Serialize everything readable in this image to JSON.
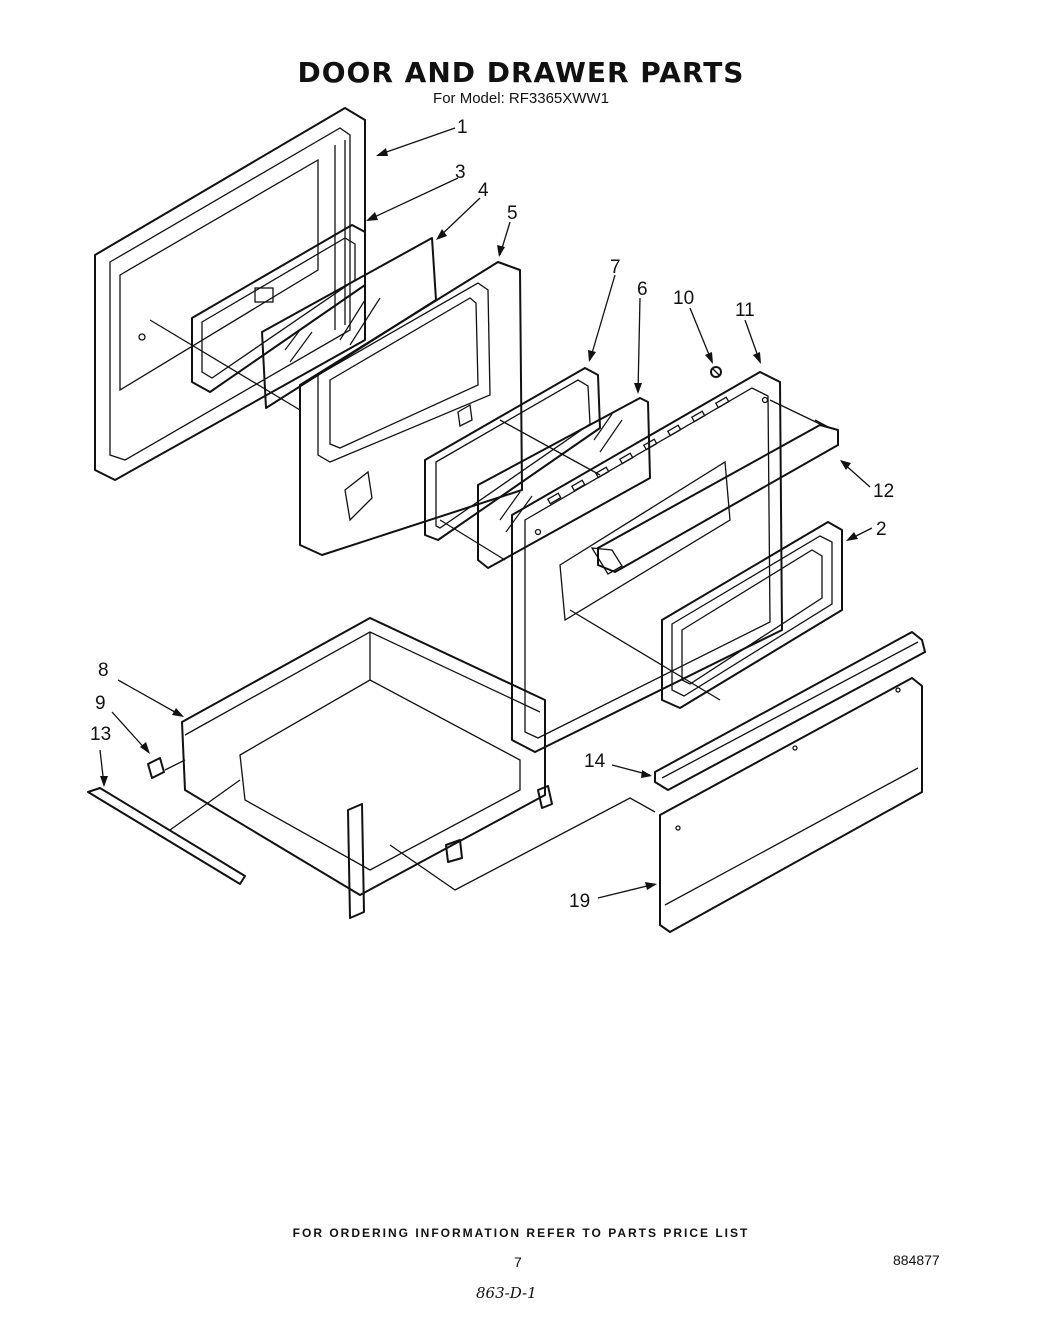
{
  "header": {
    "title": "DOOR AND DRAWER PARTS",
    "subtitle": "For Model: RF3365XWW1"
  },
  "callouts": [
    "1",
    "3",
    "4",
    "5",
    "7",
    "6",
    "10",
    "11",
    "12",
    "2",
    "8",
    "9",
    "13",
    "14",
    "19"
  ],
  "footer": {
    "note": "FOR ORDERING INFORMATION REFER TO PARTS PRICE LIST",
    "page_number": "7",
    "doc_id": "884877",
    "handwritten": "863-D-1"
  }
}
